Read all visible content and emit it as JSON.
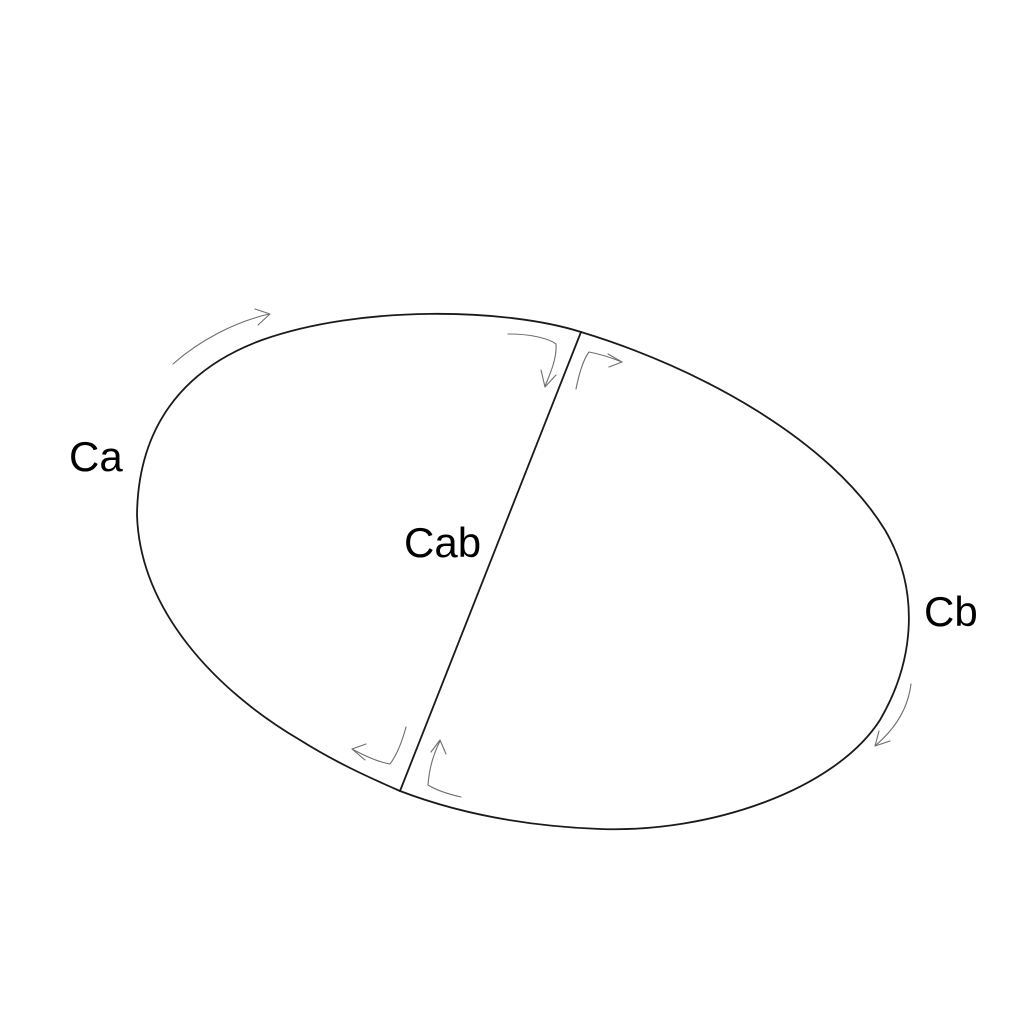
{
  "diagram": {
    "labels": {
      "ca": "Ca",
      "cab": "Cab",
      "cb": "Cb"
    },
    "stroke_color": "#1a1a1a",
    "arrow_color": "#6e6e6e",
    "background": "#ffffff"
  }
}
